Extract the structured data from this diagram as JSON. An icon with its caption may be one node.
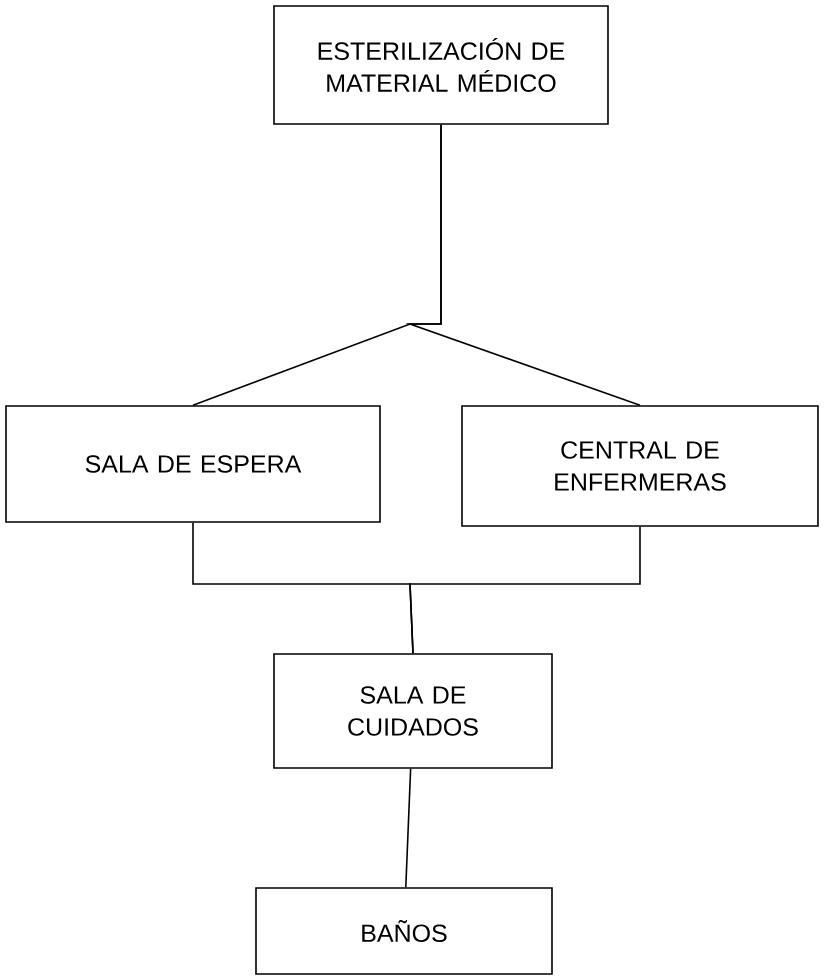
{
  "diagram": {
    "nodes": [
      {
        "text": [
          "ESTERILIZACIÓN DE MATERIAL MÉDICO"
        ]
      },
      {
        "text": [
          "SALA DE ESPERA"
        ]
      },
      {
        "text": [
          "CENTRAL DE ENFERMERAS"
        ]
      },
      {
        "text": [
          "SALA DE CUIDADOS"
        ]
      },
      {
        "text": [
          "BAÑOS"
        ]
      }
    ],
    "edges": [
      {
        "from": 0,
        "to": 1,
        "arrow": "none"
      },
      {
        "from": 0,
        "to": 2,
        "arrow": "none"
      },
      {
        "from": 1,
        "to": 3,
        "arrow": "none"
      },
      {
        "from": 2,
        "to": 3,
        "arrow": "none"
      },
      {
        "from": 3,
        "to": 4,
        "arrow": "none"
      }
    ]
  }
}
